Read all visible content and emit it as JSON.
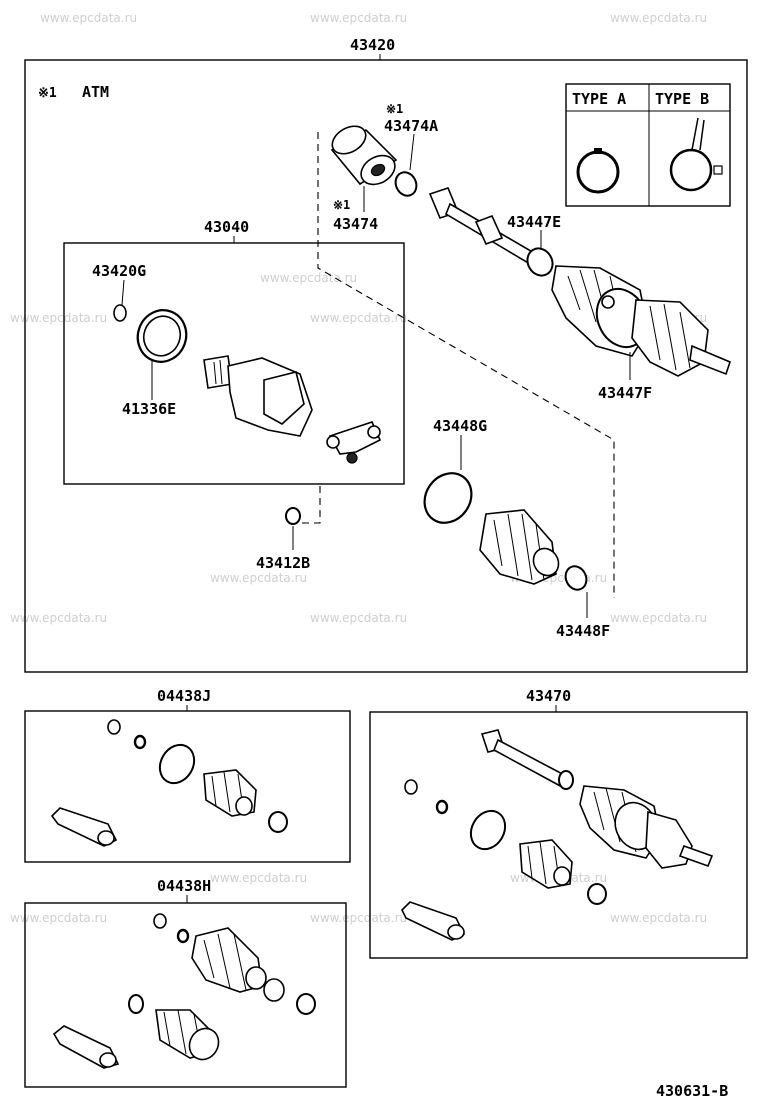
{
  "watermark": "www.epcdata.ru",
  "diagram_id": "430631-B",
  "legend_note": {
    "mark": "※1",
    "text": "ATM"
  },
  "type_table": {
    "type_a": "TYPE A",
    "type_b": "TYPE B"
  },
  "labels": {
    "assembly_main": "43420",
    "inner_joint_kit": "43040",
    "clamp_43420g": "43420G",
    "ring_41336e": "41336E",
    "ring_43412b": "43412B",
    "damper_mark": "※1",
    "damper_43474": "43474",
    "clip_mark": "※1",
    "clip_43474a": "43474A",
    "clamp_43447e": "43447E",
    "boot_43447f": "43447F",
    "clamp_43448g": "43448G",
    "clamp_43448f": "43448F",
    "boot_kit_j": "04438J",
    "shaft_assy": "43470",
    "boot_kit_h": "04438H"
  }
}
